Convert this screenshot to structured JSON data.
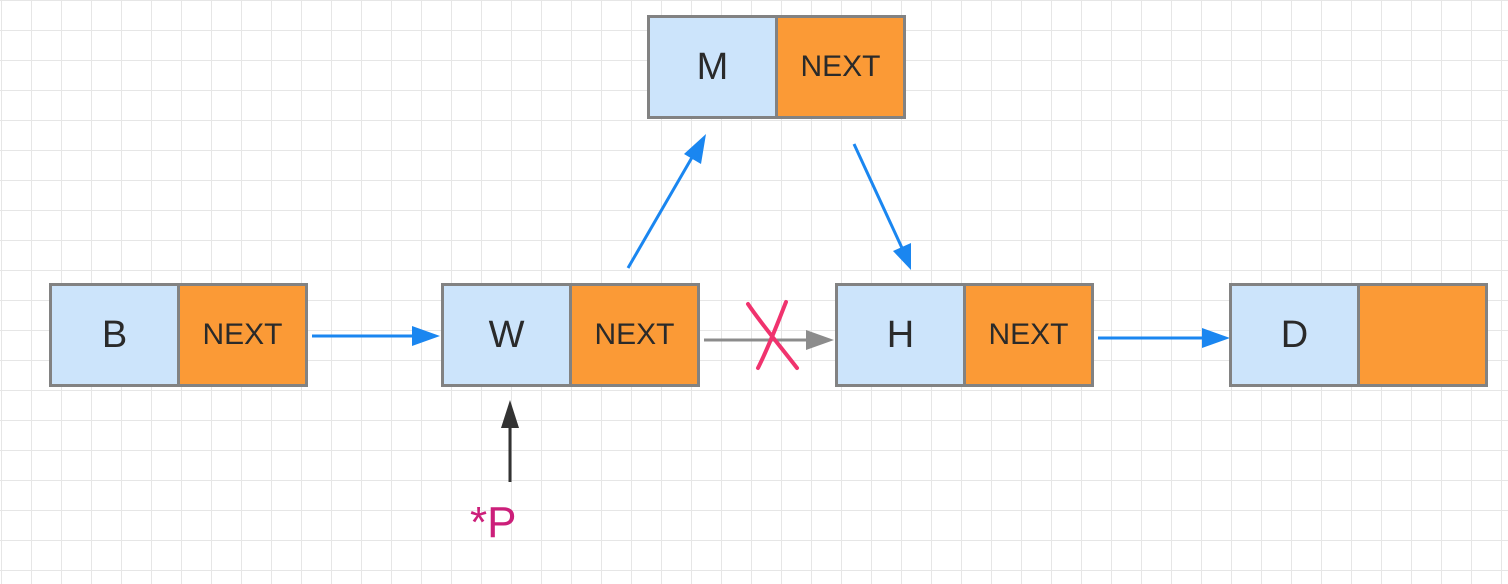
{
  "nodes": {
    "b": {
      "value": "B",
      "next": "NEXT"
    },
    "w": {
      "value": "W",
      "next": "NEXT"
    },
    "m": {
      "value": "M",
      "next": "NEXT"
    },
    "h": {
      "value": "H",
      "next": "NEXT"
    },
    "d": {
      "value": "D",
      "next": ""
    }
  },
  "pointer_label": "*P",
  "colors": {
    "data_fill": "#cce4fb",
    "next_fill": "#fb9a36",
    "border": "#828282",
    "arrow_blue": "#1a86f0",
    "arrow_gray": "#8c8c8c",
    "pointer_arrow": "#333333",
    "cross_mark": "#f0336e",
    "pointer_label": "#cc1f7a"
  }
}
